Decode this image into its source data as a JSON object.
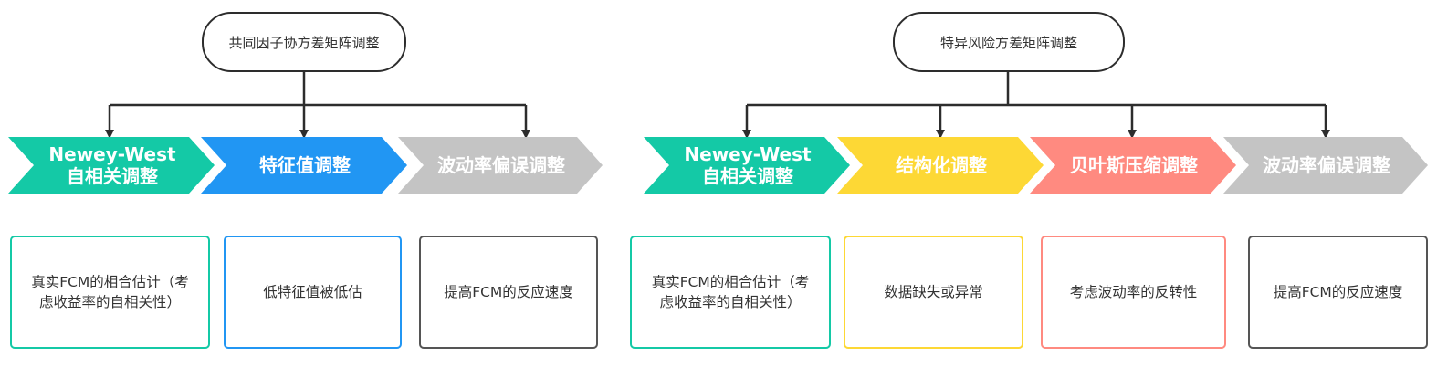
{
  "colors": {
    "line": "#2d2d2d",
    "teal": "#14c9a6",
    "blue": "#2196f3",
    "gray": "#c4c4c4",
    "yellow": "#fdd835",
    "salmon": "#ff8a80",
    "dark_gray": "#555555"
  },
  "left": {
    "root": "共同因子协方差矩阵调整",
    "steps": [
      {
        "label": "Newey-West自相关调整",
        "color": "teal"
      },
      {
        "label": "特征值调整",
        "color": "blue"
      },
      {
        "label": "波动率偏误调整",
        "color": "gray"
      }
    ],
    "effects": [
      {
        "text": "真实FCM的相合估计（考虑收益率的自相关性）",
        "color": "teal"
      },
      {
        "text": "低特征值被低估",
        "color": "blue"
      },
      {
        "text": "提高FCM的反应速度",
        "color": "dark_gray"
      }
    ]
  },
  "right": {
    "root": "特异风险方差矩阵调整",
    "steps": [
      {
        "label": "Newey-West自相关调整",
        "color": "teal"
      },
      {
        "label": "结构化调整",
        "color": "yellow"
      },
      {
        "label": "贝叶斯压缩调整",
        "color": "salmon"
      },
      {
        "label": "波动率偏误调整",
        "color": "gray"
      }
    ],
    "effects": [
      {
        "text": "真实FCM的相合估计（考虑收益率的自相关性）",
        "color": "teal"
      },
      {
        "text": "数据缺失或异常",
        "color": "yellow"
      },
      {
        "text": "考虑波动率的反转性",
        "color": "salmon"
      },
      {
        "text": "提高FCM的反应速度",
        "color": "dark_gray"
      }
    ]
  }
}
